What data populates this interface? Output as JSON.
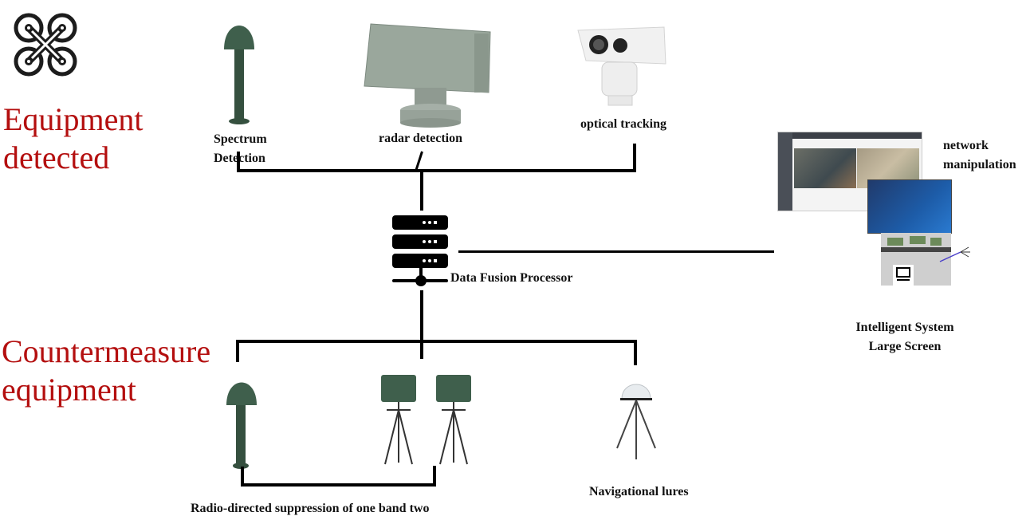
{
  "headings": {
    "detected": [
      "Equipment",
      "detected"
    ],
    "countermeasure": [
      "Countermeasure",
      "equipment"
    ]
  },
  "colors": {
    "heading": "#b40f0f",
    "connector": "#000000",
    "equipment_green": "#3f5f4c",
    "radar_gray": "#9aa79c"
  },
  "detection": {
    "spectrum": [
      "Spectrum",
      "Detection"
    ],
    "radar": "radar detection",
    "optical": "optical tracking"
  },
  "processor": {
    "label": "Data Fusion Processor",
    "icon": "server-rack-icon"
  },
  "network": {
    "label": [
      "network",
      "manipulation"
    ],
    "screen_label": [
      "Intelligent System",
      "Large Screen"
    ]
  },
  "countermeasures": {
    "suppression": "Radio-directed suppression of one band two",
    "lures": "Navigational lures"
  },
  "icons": {
    "drone": "quadcopter-drone-icon",
    "computer": "desktop-computer-icon"
  }
}
